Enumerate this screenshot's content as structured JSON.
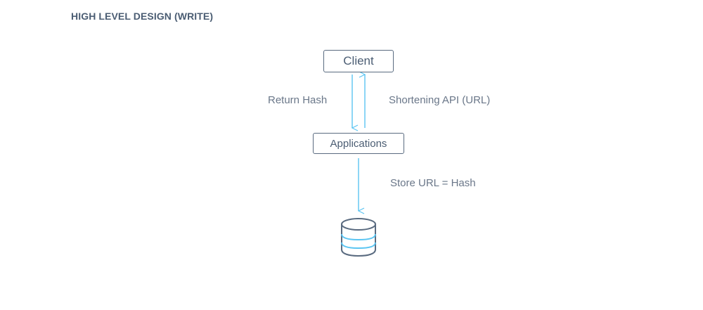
{
  "diagram": {
    "title": "HIGH LEVEL DESIGN (WRITE)",
    "nodes": {
      "client": "Client",
      "applications": "Applications"
    },
    "edges": {
      "return_hash": "Return Hash",
      "shortening_api": "Shortening API (URL)",
      "store": "Store URL = Hash"
    },
    "database_icon": "database-icon"
  },
  "colors": {
    "arrow": "#5bc5f2",
    "box_border": "#5a6b80",
    "text": "#4b5d73"
  }
}
